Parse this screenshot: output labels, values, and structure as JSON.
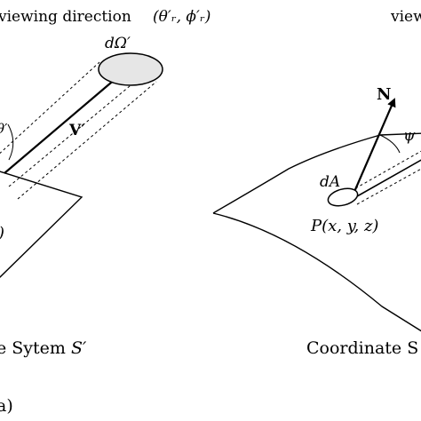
{
  "left_panel": {
    "viewing_label": "viewing direction",
    "viewing_angles": "(θ′ᵣ, ϕ′ᵣ)",
    "solid_angle": "dΩ′",
    "vector": "V′",
    "angle_fragment": "θ′",
    "point_fragment": ")",
    "caption": "e Sytem ",
    "caption_symbol": "S′",
    "sub_label": "a)"
  },
  "right_panel": {
    "viewing_label": "view",
    "normal": "N",
    "angle": "ψ",
    "area": "dA",
    "point": "P(x, y, z)",
    "caption": "Coordinate S"
  }
}
